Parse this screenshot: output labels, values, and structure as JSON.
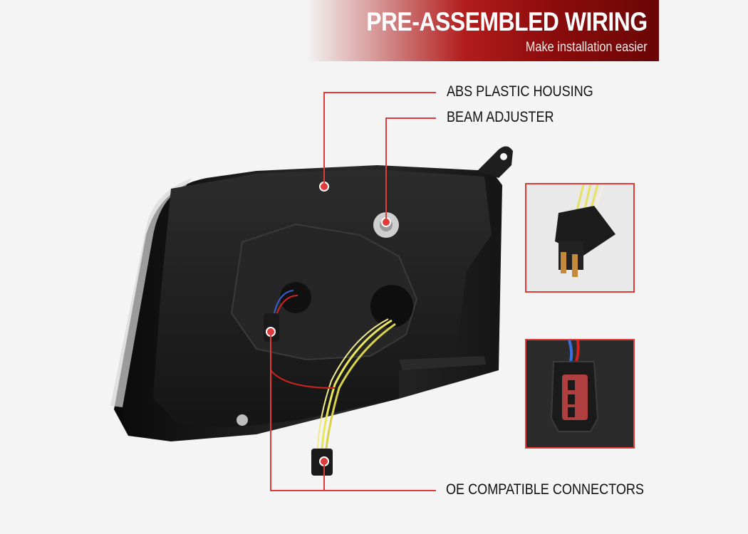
{
  "banner": {
    "title": "PRE-ASSEMBLED WIRING",
    "subtitle": "Make installation easier"
  },
  "callouts": {
    "abs_housing": "ABS PLASTIC HOUSING",
    "beam_adjuster": "BEAM ADJUSTER",
    "oe_connectors": "OE COMPATIBLE CONNECTORS"
  },
  "colors": {
    "banner_red": "#a01414",
    "leader_red": "#e23a3a",
    "housing_black": "#1c1c1c"
  }
}
